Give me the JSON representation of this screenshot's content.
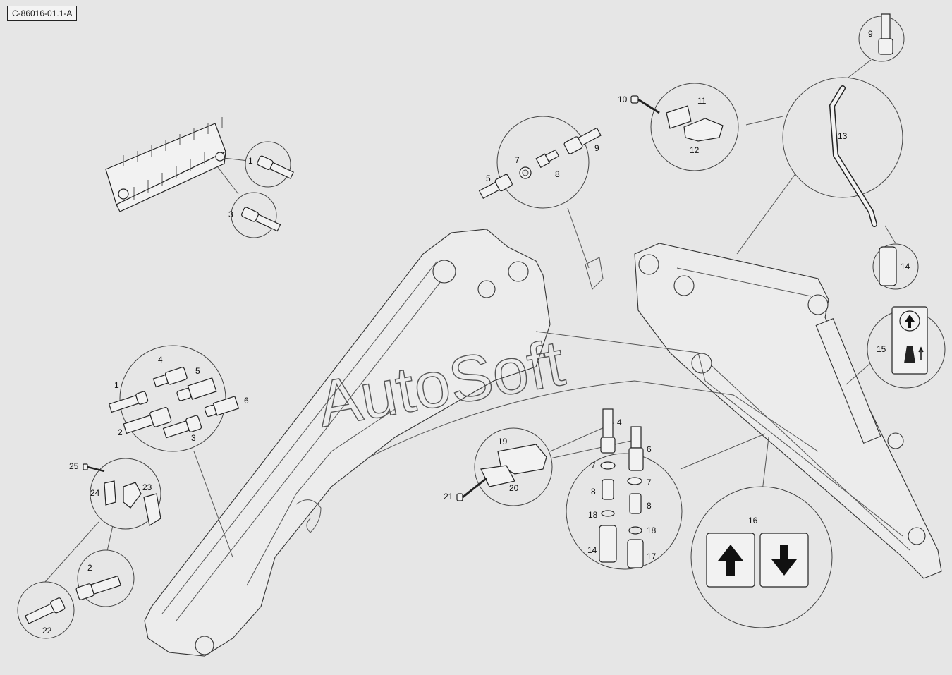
{
  "drawing_id": "C-86016-01.1-A",
  "watermark": "AutoSoft",
  "callouts": {
    "vb_1": "1",
    "vb_3": "3",
    "c_5": "5",
    "c_7": "7",
    "c_8": "8",
    "c_9": "9",
    "c_10": "10",
    "c_11": "11",
    "c_12": "12",
    "c_9b": "9",
    "c_13": "13",
    "c_14": "14",
    "c_15": "15",
    "l_1": "1",
    "l_2": "2",
    "l_3": "3",
    "l_4": "4",
    "l_5": "5",
    "l_6": "6",
    "l_19": "19",
    "l_20": "20",
    "l_21": "21",
    "f_4": "4",
    "f_6": "6",
    "f_7a": "7",
    "f_7b": "7",
    "f_8a": "8",
    "f_8b": "8",
    "f_18a": "18",
    "f_18b": "18",
    "f_14": "14",
    "f_17": "17",
    "k_25": "25",
    "k_24": "24",
    "k_23": "23",
    "k_2": "2",
    "k_22": "22",
    "d_16": "16"
  }
}
